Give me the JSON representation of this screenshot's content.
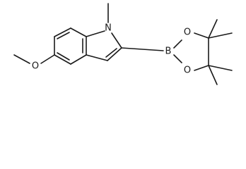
{
  "molecule": {
    "atom_labels": {
      "methoxy_oxygen": "O",
      "indole_nitrogen": "N",
      "boron": "B",
      "ring_oxygen_top": "O",
      "ring_oxygen_bottom": "O"
    }
  },
  "colors": {
    "line": "#1a1a1a",
    "background": "#ffffff"
  }
}
